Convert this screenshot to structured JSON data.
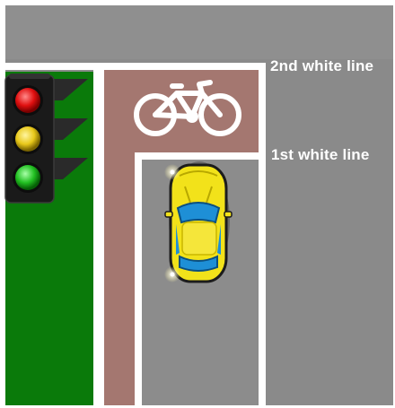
{
  "labels": {
    "second_line": "2nd white line",
    "first_line": "1st white line"
  },
  "traffic_light": {
    "lamps": [
      "red",
      "amber",
      "green"
    ]
  },
  "colors": {
    "road": "#8a8a8a",
    "road_dark": "#7d7d7d",
    "cycle_lane": "#a47770",
    "verge": "#0a7a0a",
    "line": "#ffffff",
    "car": "#f2e21a",
    "car_glass": "#1e8fd6",
    "light_red": "#e01010",
    "light_amber": "#e8c81a",
    "light_green": "#22c022",
    "light_housing": "#1a1a1a"
  },
  "icons": {
    "bicycle": "bicycle-icon",
    "car": "car-icon",
    "traffic_light": "traffic-light-icon"
  }
}
